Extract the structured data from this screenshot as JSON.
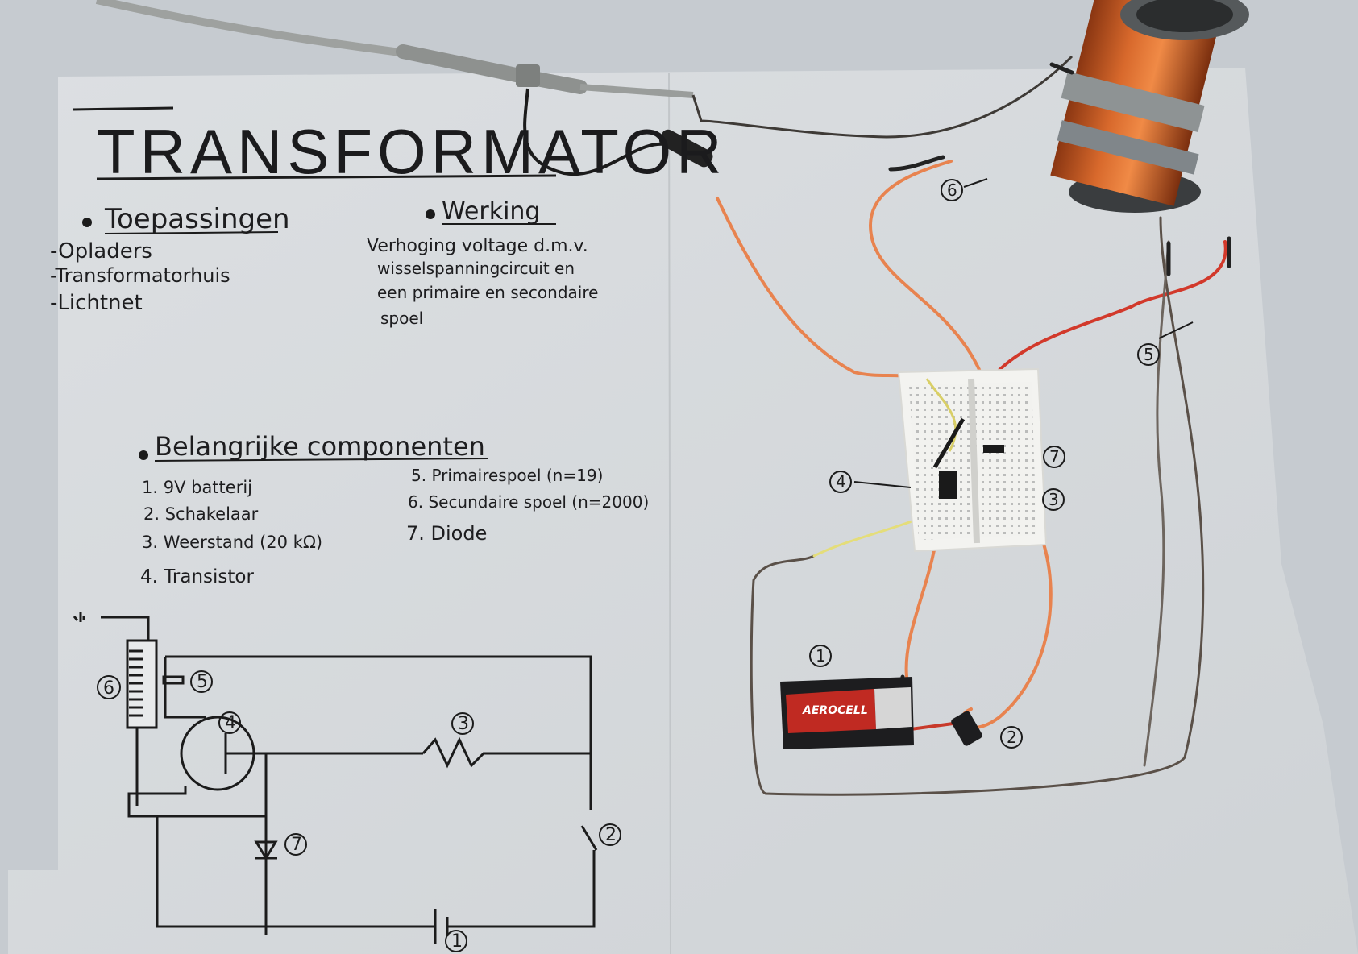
{
  "poster": {
    "title": "TRANSFORMATOR",
    "toepassingen": {
      "heading": "Toepassingen",
      "items": [
        "-Opladers",
        "-Transformatorhuis",
        "-Lichtnet"
      ]
    },
    "werking": {
      "heading": "Werking",
      "lines": [
        "Verhoging voltage d.m.v.",
        "wisselspanningcircuit en",
        "een primaire en secondaire",
        "spoel"
      ]
    },
    "componenten": {
      "heading": "Belangrijke componenten",
      "col1": [
        "1. 9V batterij",
        "2. Schakelaar",
        "3. Weerstand (20 kΩ)",
        "4. Transistor"
      ],
      "col2": [
        "5. Primairespoel (n=19)",
        "6. Secundaire spoel (n=2000)",
        "7. Diode"
      ]
    },
    "schematic_labels": {
      "l1": "1",
      "l2": "2",
      "l3": "3",
      "l4": "4",
      "l5": "5",
      "l6": "6",
      "l7": "7"
    }
  },
  "photo_labels": {
    "l1": "1",
    "l2": "2",
    "l3": "3",
    "l4": "4",
    "l5": "5",
    "l6": "6",
    "l7": "7"
  },
  "battery": {
    "brand": "AEROCELL"
  },
  "colors": {
    "board": "#d6dadd",
    "background": "#c9ced3",
    "copper": "#c45a22",
    "wire_orange": "#e8834f",
    "wire_red": "#d2392b",
    "wire_yellow": "#e8e07a",
    "wire_dark": "#5a5048"
  }
}
